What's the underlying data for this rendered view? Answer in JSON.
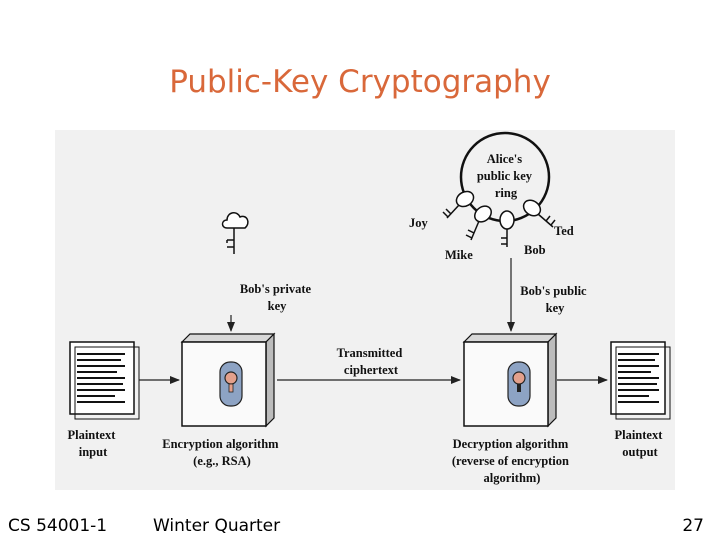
{
  "slide": {
    "title": "Public-Key Cryptography"
  },
  "diagram": {
    "plaintext_input": [
      "Plaintext",
      "input"
    ],
    "plaintext_output": [
      "Plaintext",
      "output"
    ],
    "encryption_algorithm": [
      "Encryption algorithm",
      "(e.g., RSA)"
    ],
    "decryption_algorithm": [
      "Decryption algorithm",
      "(reverse of encryption",
      "algorithm)"
    ],
    "transmitted_ciphertext": [
      "Transmitted",
      "ciphertext"
    ],
    "bobs_private_key": [
      "Bob's private",
      "key"
    ],
    "bobs_public_key": [
      "Bob's public",
      "key"
    ],
    "key_ring_label": [
      "Alice's",
      "public key",
      "ring"
    ],
    "key_names": {
      "joy": "Joy",
      "mike": "Mike",
      "bob": "Bob",
      "ted": "Ted"
    }
  },
  "footer": {
    "course": "CS 54001-1",
    "term": "Winter Quarter",
    "page": "27"
  },
  "colors": {
    "title": "#d9683a",
    "diagram_background": "#f1f1f1",
    "lock_body": "#8da3c4",
    "keyhole": "#e3a08c"
  }
}
